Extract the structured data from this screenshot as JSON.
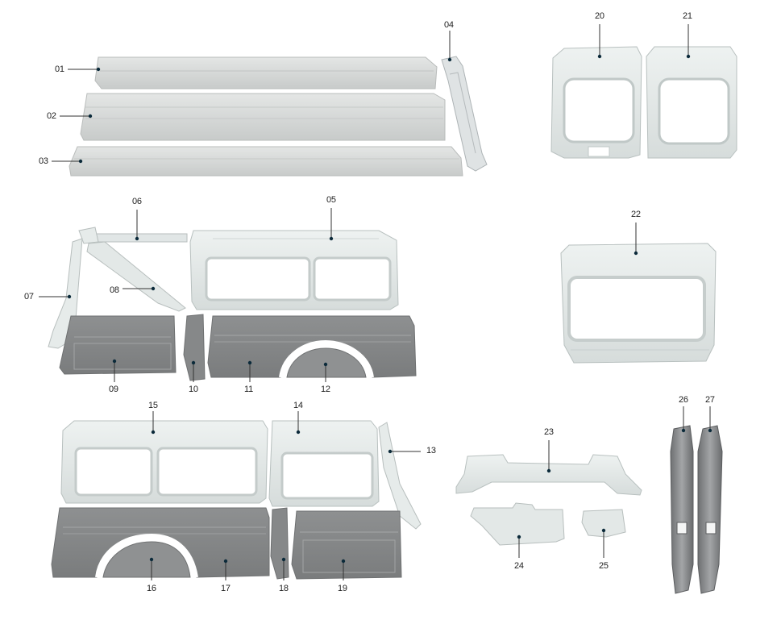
{
  "colors": {
    "panel_light": "#e6ebea",
    "panel_light_edge": "#c9d0cf",
    "panel_gray": "#858788",
    "panel_gray_edge": "#6b6d6e",
    "strip": "#d7d9d8",
    "leader": "#333333",
    "dot": "#0b2a3a"
  },
  "parts": [
    {
      "id": "01",
      "label": "01"
    },
    {
      "id": "02",
      "label": "02"
    },
    {
      "id": "03",
      "label": "03"
    },
    {
      "id": "04",
      "label": "04"
    },
    {
      "id": "05",
      "label": "05"
    },
    {
      "id": "06",
      "label": "06"
    },
    {
      "id": "07",
      "label": "07"
    },
    {
      "id": "08",
      "label": "08"
    },
    {
      "id": "09",
      "label": "09"
    },
    {
      "id": "10",
      "label": "10"
    },
    {
      "id": "11",
      "label": "11"
    },
    {
      "id": "12",
      "label": "12"
    },
    {
      "id": "13",
      "label": "13"
    },
    {
      "id": "14",
      "label": "14"
    },
    {
      "id": "15",
      "label": "15"
    },
    {
      "id": "16",
      "label": "16"
    },
    {
      "id": "17",
      "label": "17"
    },
    {
      "id": "18",
      "label": "18"
    },
    {
      "id": "19",
      "label": "19"
    },
    {
      "id": "20",
      "label": "20"
    },
    {
      "id": "21",
      "label": "21"
    },
    {
      "id": "22",
      "label": "22"
    },
    {
      "id": "23",
      "label": "23"
    },
    {
      "id": "24",
      "label": "24"
    },
    {
      "id": "25",
      "label": "25"
    },
    {
      "id": "26",
      "label": "26"
    },
    {
      "id": "27",
      "label": "27"
    }
  ]
}
